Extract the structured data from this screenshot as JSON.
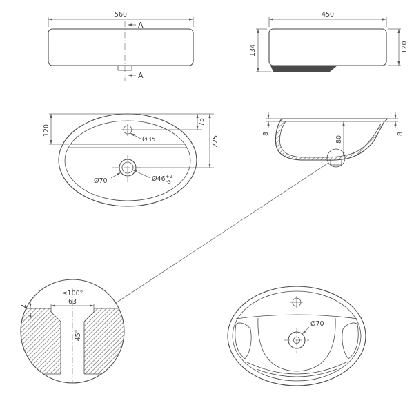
{
  "drawing": {
    "front_view": {
      "dim_width": "560",
      "section_label_top": "A",
      "section_label_bottom": "A"
    },
    "side_view": {
      "dim_width": "450",
      "dim_height_overall": "134",
      "dim_height_body": "120"
    },
    "top_view": {
      "dim_rim_depth": "120",
      "dim_faucet_center": "75",
      "dim_drain_center": "225",
      "faucet_hole": "Ø35",
      "drain_recess": "Ø70",
      "drain_hole": "Ø46",
      "drain_hole_tol_upper": "+2",
      "drain_hole_tol_lower": "-3"
    },
    "section_view": {
      "dim_thickness_left": "8",
      "dim_thickness_right": "8",
      "dim_depth": "80"
    },
    "detail_view": {
      "angle_countersink": "≤100°",
      "dim_opening": "63",
      "angle_chamfer": "45°",
      "dim_land": "2"
    },
    "bottom_view": {
      "drain_boss": "Ø70"
    }
  }
}
